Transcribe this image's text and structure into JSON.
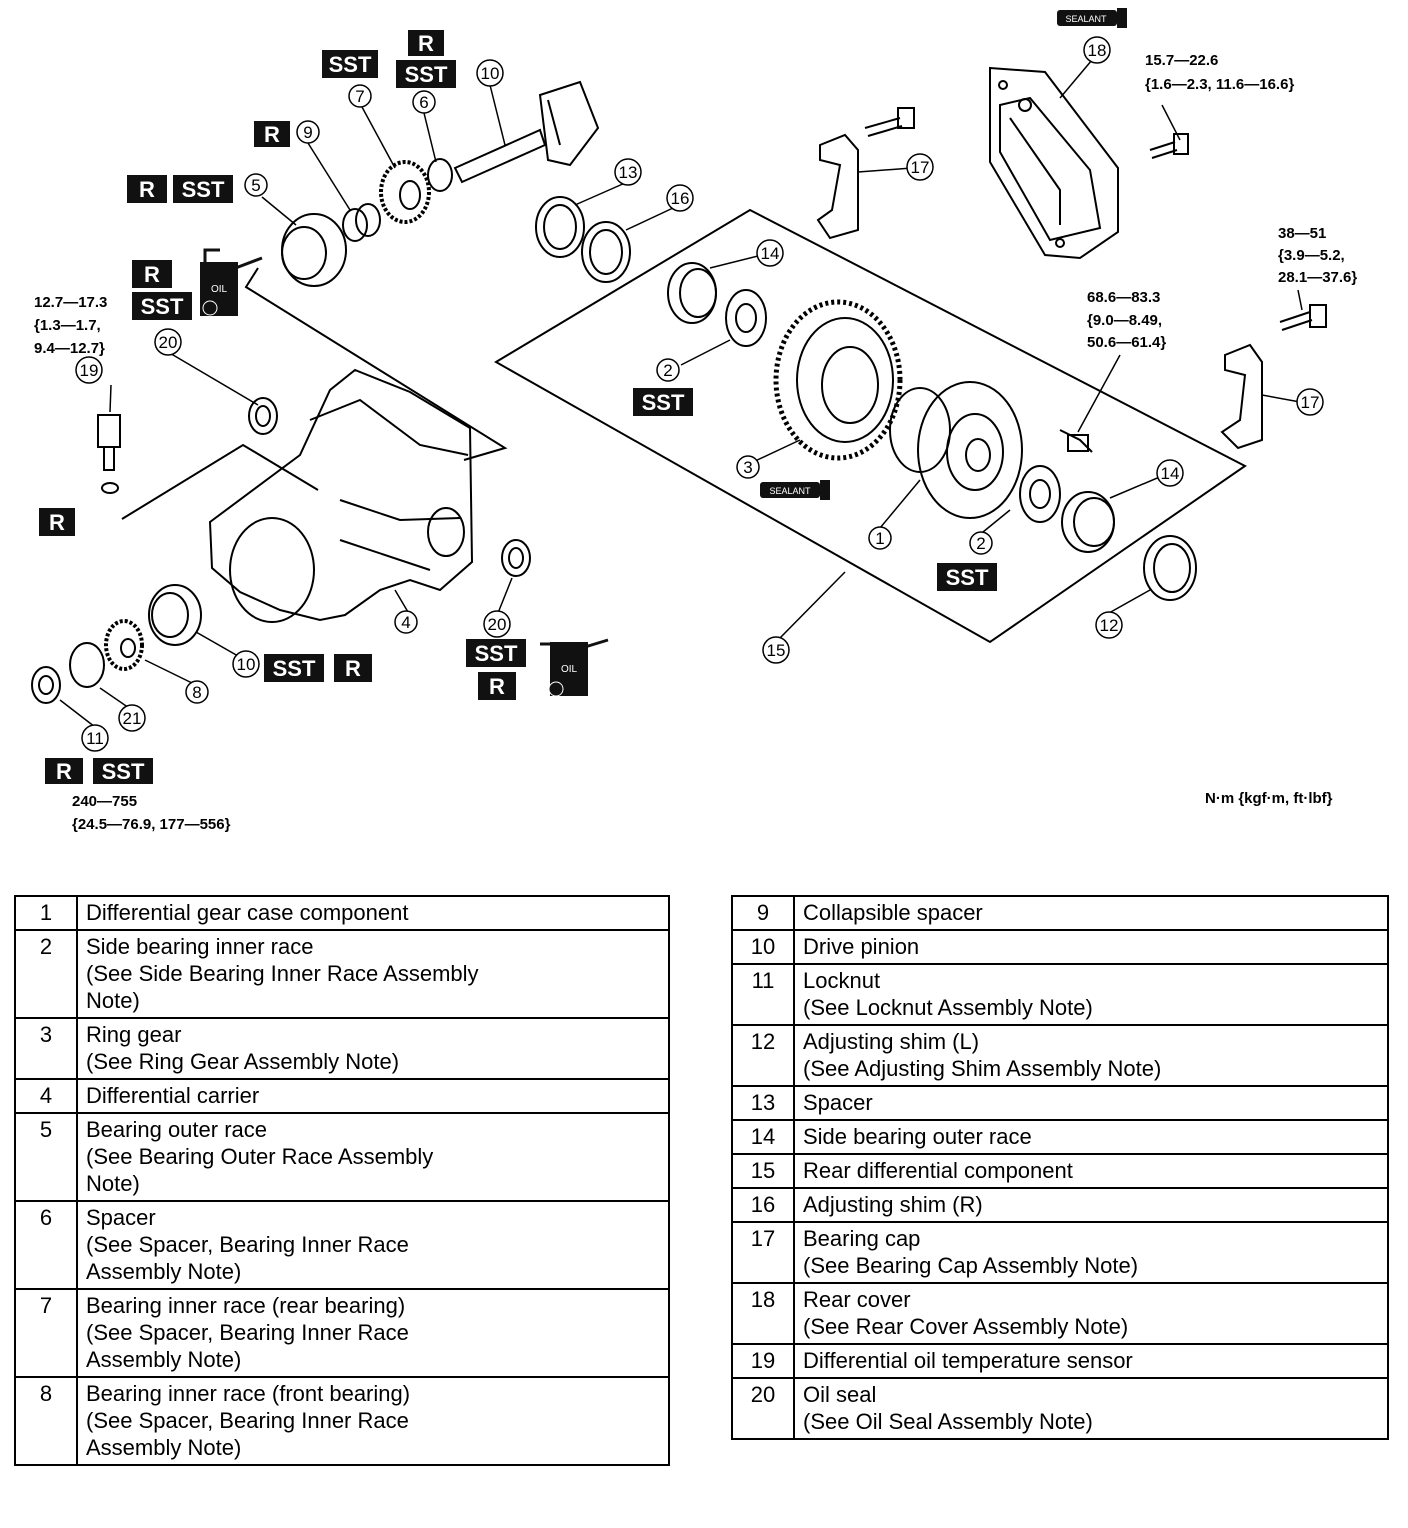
{
  "diagram": {
    "badges": {
      "sst": "SST",
      "r": "R",
      "sealant": "SEALANT",
      "oil": "OIL"
    },
    "callouts": [
      "1",
      "2",
      "3",
      "4",
      "5",
      "6",
      "7",
      "8",
      "9",
      "10",
      "11",
      "12",
      "13",
      "14",
      "15",
      "16",
      "17",
      "18",
      "19",
      "20",
      "21"
    ],
    "torque_specs": {
      "rear_cover_bolt": [
        "15.7—22.6",
        "{1.6—2.3, 11.6—16.6}"
      ],
      "bearing_cap_bolt": [
        "38—51",
        "{3.9—5.2,",
        "28.1—37.6}"
      ],
      "ring_gear_bolt": [
        "68.6—83.3",
        "{9.0—8.49,",
        "50.6—61.4}"
      ],
      "sensor": [
        "12.7—17.3",
        "{1.3—1.7,",
        "9.4—12.7}"
      ],
      "locknut": [
        "240—755",
        "{24.5—76.9, 177—556}"
      ]
    },
    "unit_note": "N·m {kgf·m, ft·lbf}"
  },
  "parts_left": [
    {
      "num": "1",
      "lines": [
        "Differential gear case component"
      ]
    },
    {
      "num": "2",
      "lines": [
        "Side bearing inner race",
        "(See Side Bearing Inner Race Assembly",
        "Note)"
      ]
    },
    {
      "num": "3",
      "lines": [
        "Ring gear",
        "(See Ring Gear Assembly Note)"
      ]
    },
    {
      "num": "4",
      "lines": [
        "Differential carrier"
      ]
    },
    {
      "num": "5",
      "lines": [
        "Bearing outer race",
        "(See Bearing Outer Race Assembly",
        "Note)"
      ]
    },
    {
      "num": "6",
      "lines": [
        "Spacer",
        "(See Spacer, Bearing Inner Race",
        "Assembly Note)"
      ]
    },
    {
      "num": "7",
      "lines": [
        "Bearing inner race (rear bearing)",
        "(See Spacer, Bearing Inner Race",
        "Assembly Note)"
      ]
    },
    {
      "num": "8",
      "lines": [
        "Bearing inner race (front bearing)",
        "(See Spacer, Bearing Inner Race",
        "Assembly Note)"
      ]
    }
  ],
  "parts_right": [
    {
      "num": "9",
      "lines": [
        "Collapsible spacer"
      ]
    },
    {
      "num": "10",
      "lines": [
        "Drive pinion"
      ]
    },
    {
      "num": "11",
      "lines": [
        "Locknut",
        "(See Locknut Assembly Note)"
      ]
    },
    {
      "num": "12",
      "lines": [
        "Adjusting shim (L)",
        "(See Adjusting Shim Assembly Note)"
      ]
    },
    {
      "num": "13",
      "lines": [
        "Spacer"
      ]
    },
    {
      "num": "14",
      "lines": [
        "Side bearing outer race"
      ]
    },
    {
      "num": "15",
      "lines": [
        "Rear differential component"
      ]
    },
    {
      "num": "16",
      "lines": [
        "Adjusting shim (R)"
      ]
    },
    {
      "num": "17",
      "lines": [
        "Bearing cap",
        "(See Bearing Cap Assembly Note)"
      ]
    },
    {
      "num": "18",
      "lines": [
        "Rear cover",
        "(See Rear Cover Assembly Note)"
      ]
    },
    {
      "num": "19",
      "lines": [
        "Differential oil temperature sensor"
      ]
    },
    {
      "num": "20",
      "lines": [
        "Oil seal",
        "(See Oil Seal Assembly Note)"
      ]
    }
  ]
}
